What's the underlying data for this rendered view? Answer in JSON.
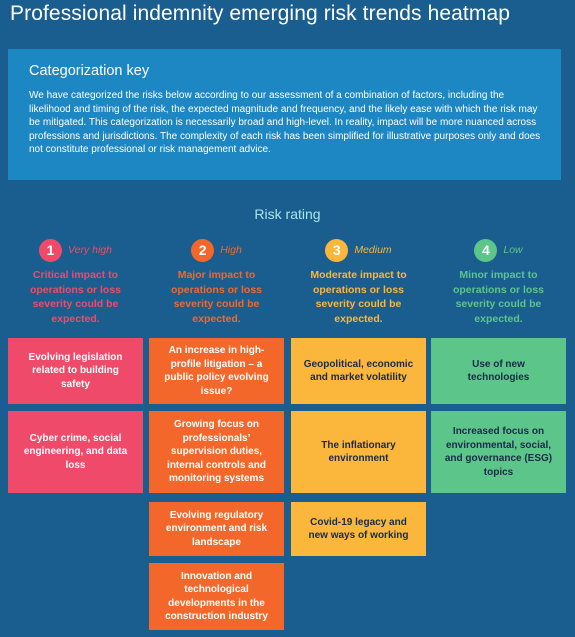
{
  "title": "Professional indemnity emerging risk trends heatmap",
  "key": {
    "heading": "Categorization key",
    "text": "We have categorized the risks below according to our assessment of a combination of factors, including the likelihood and timing of the risk, the expected magnitude and frequency, and the likely ease with which the risk may be mitigated. This categorization is necessarily broad and high-level. In reality, impact will be more nuanced across professions and jurisdictions. The complexity of each risk has been simplified for illustrative purposes only and does not constitute professional or risk management advice."
  },
  "rating_title": "Risk rating",
  "columns": [
    {
      "number": "1",
      "level": "Very high",
      "color": "#f04a6a",
      "description": "Critical impact to operations or loss severity could be expected.",
      "cards": [
        "Evolving legislation related to building safety",
        "Cyber crime, social engineering, and data loss"
      ]
    },
    {
      "number": "2",
      "level": "High",
      "color": "#f4672a",
      "description": "Major impact to operations or loss severity could be expected.",
      "cards": [
        "An increase in high-profile litigation – a public policy evolving issue?",
        "Growing focus on professionals’ supervision duties, internal controls and monitoring systems",
        "Evolving regulatory environment and risk landscape",
        "Innovation and technological developments in the construction industry"
      ]
    },
    {
      "number": "3",
      "level": "Medium",
      "color": "#fbb73b",
      "description": "Moderate impact to operations or loss severity could be expected.",
      "cards": [
        "Geopolitical, economic and market volatility",
        "The inflationary environment",
        "Covid-19 legacy and new ways of working"
      ]
    },
    {
      "number": "4",
      "level": "Low",
      "color": "#5cc58a",
      "description": "Minor impact to operations or loss severity could be expected.",
      "cards": [
        "Use of new technologies",
        "Increased focus on environmental, social, and governance (ESG) topics"
      ]
    }
  ]
}
